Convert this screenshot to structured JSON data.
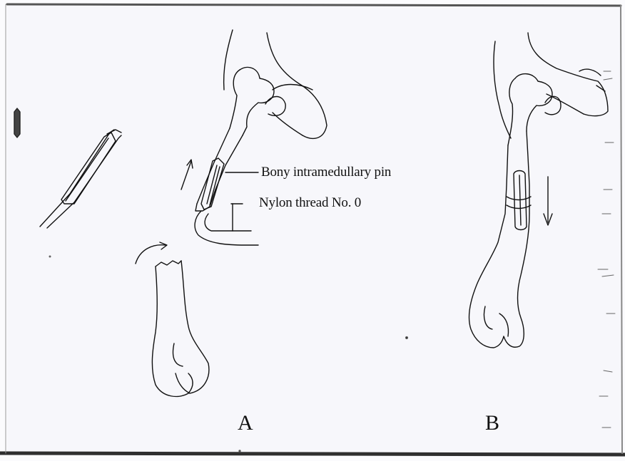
{
  "labels": {
    "pin": "Bony intramedullary pin",
    "nylon": "Nylon thread No. 0",
    "panel_a": "A",
    "panel_b": "B"
  },
  "colors": {
    "ink": "#111111",
    "paper": "#f7f7fb",
    "scan_edge": "#3a3a3a"
  }
}
